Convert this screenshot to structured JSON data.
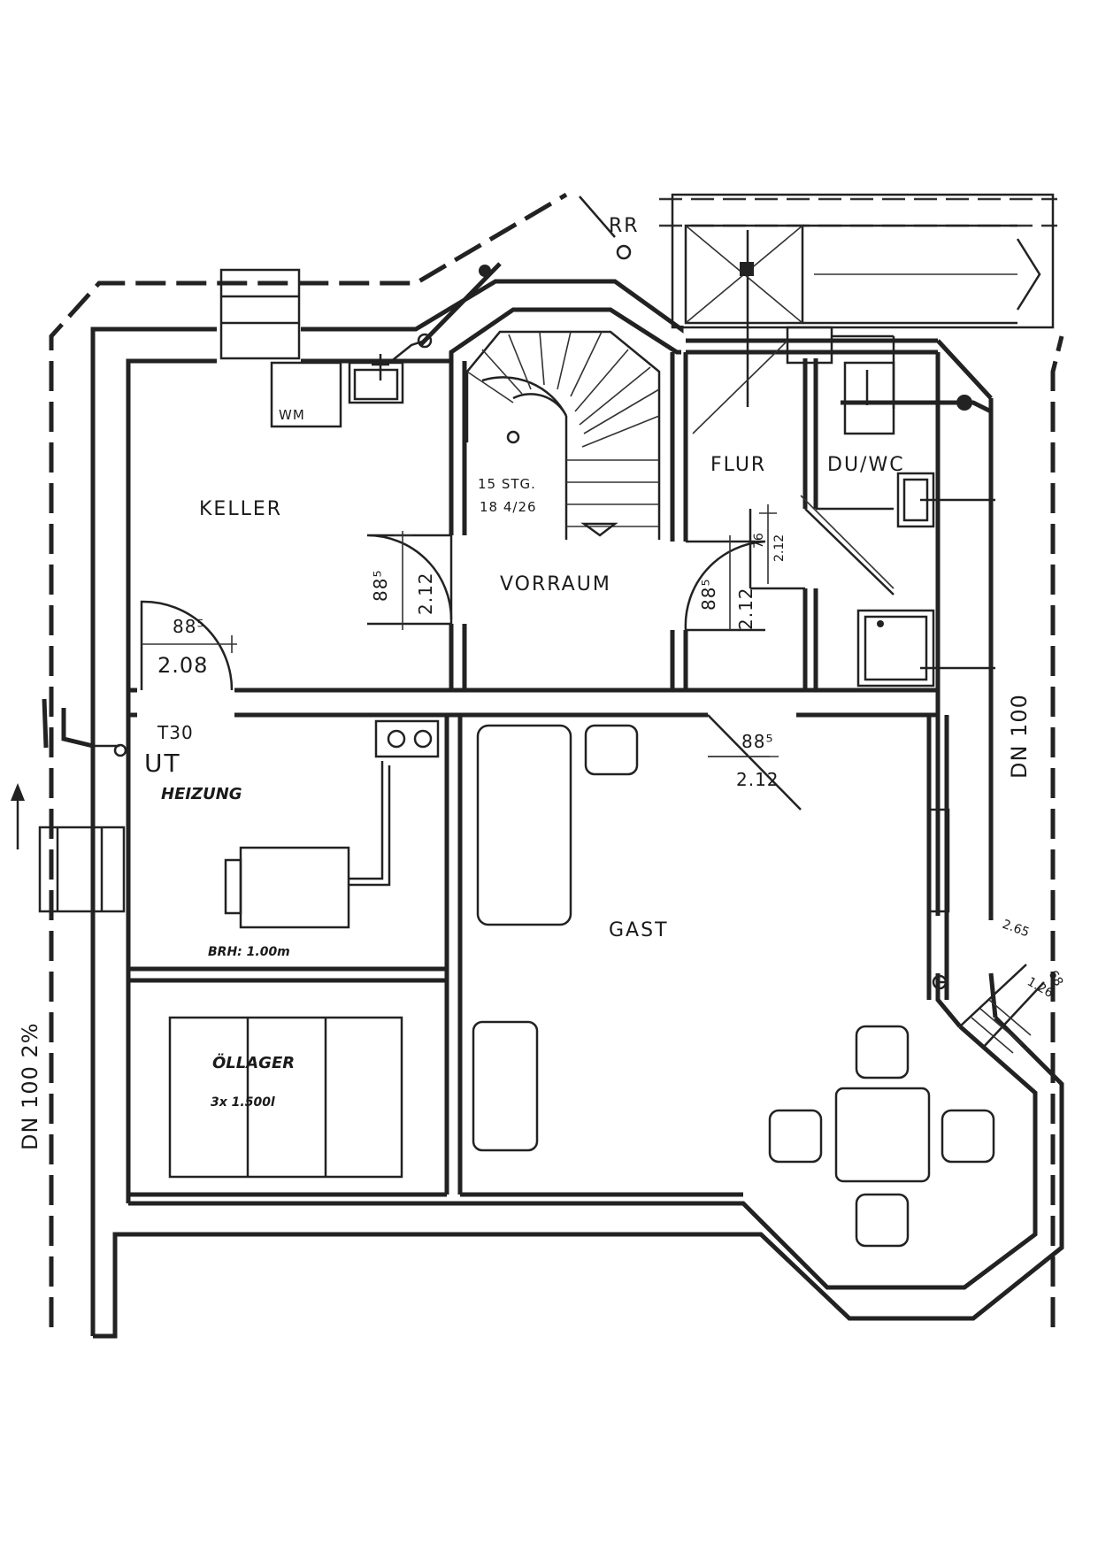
{
  "rooms": {
    "keller": "KELLER",
    "vorraum": "VORRAUM",
    "flur": "FLUR",
    "duwc": "DU/WC",
    "heizung": "HEIZUNG",
    "gast": "GAST",
    "oellager": "ÖLLAGER"
  },
  "fixtures": {
    "wm": "WM",
    "rr": "RR",
    "t30": "T30",
    "ut": "UT"
  },
  "stairs": {
    "steps": "15 STG.",
    "ratio": "18 4/26"
  },
  "notes": {
    "brh": "BRH: 1.00m",
    "tank": "3x 1.500l"
  },
  "dimensions": {
    "keller_door_w": "88⁵",
    "keller_door_h": "2.08",
    "vorraum_left_w": "88⁵",
    "vorraum_left_h": "2.12",
    "vorraum_right_w": "88⁵",
    "vorraum_right_h": "2.12",
    "flur_door_w": "76",
    "flur_door_h": "2.12",
    "gast_door_w": "88⁵",
    "gast_door_h": "2.12",
    "terrace_a": "2.65",
    "terrace_b": "68",
    "terrace_c": "1.26"
  },
  "side_labels": {
    "left": "DN 100  2%",
    "right": "DN 100"
  }
}
